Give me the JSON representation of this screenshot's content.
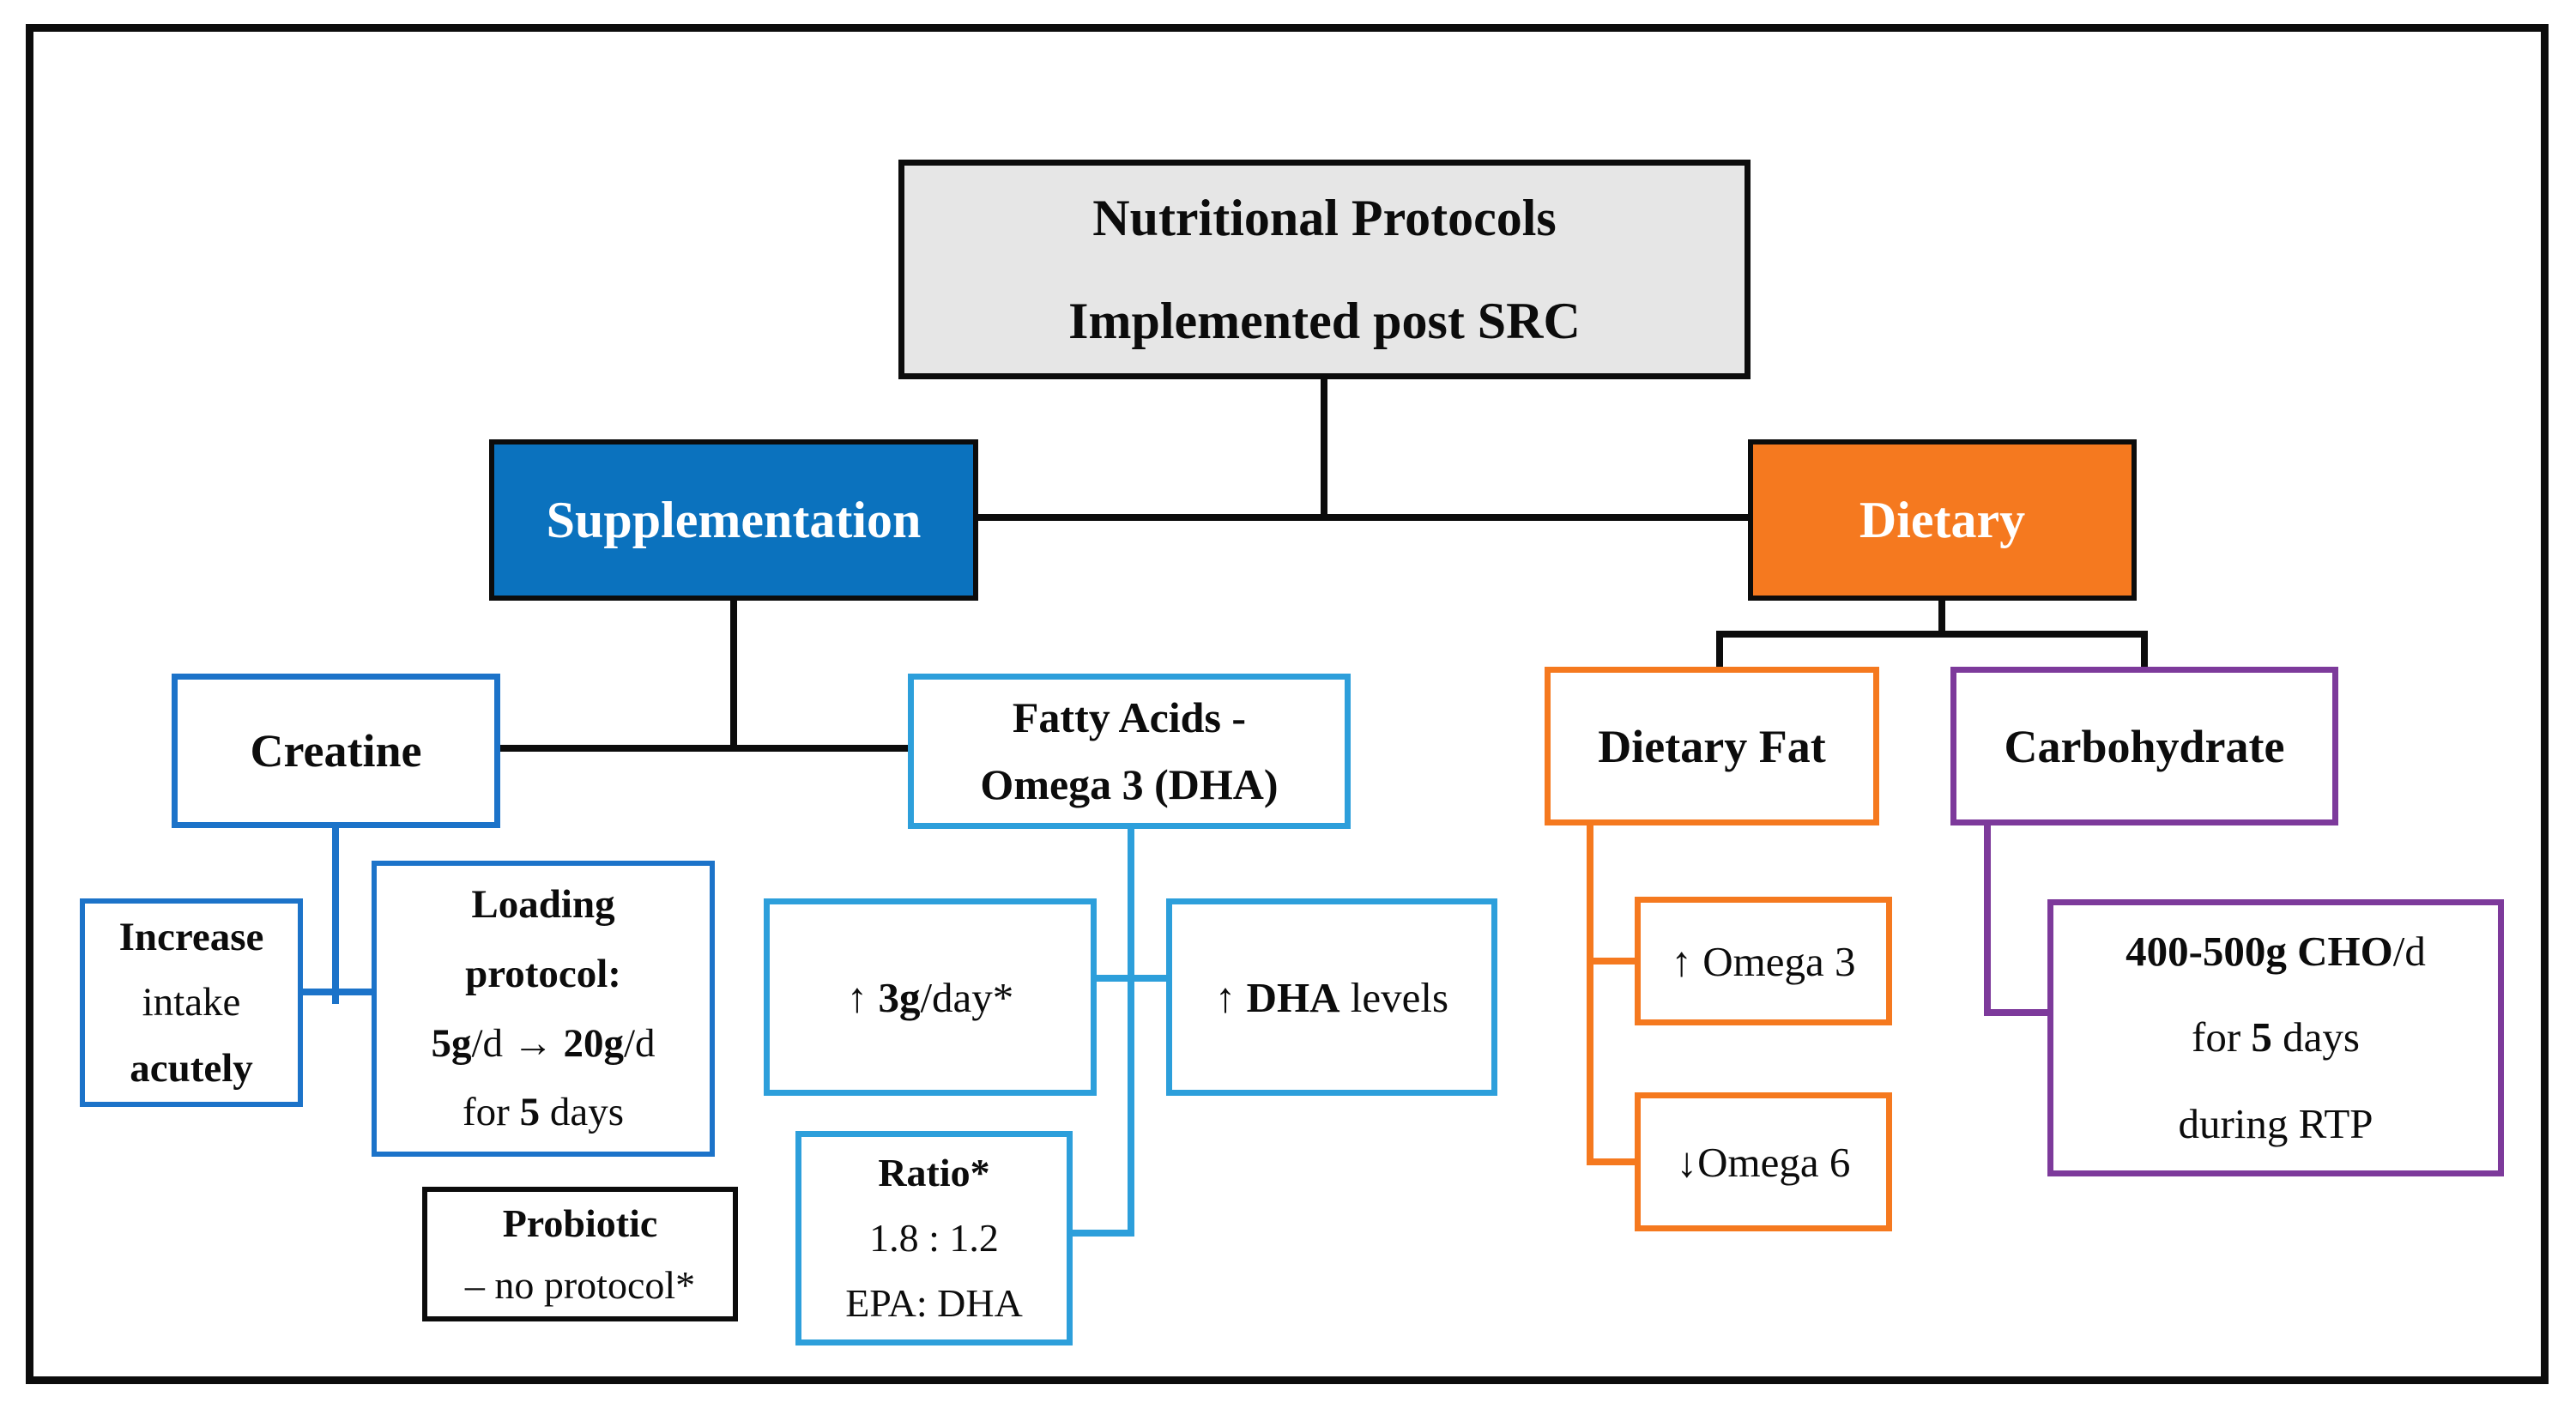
{
  "colors": {
    "black": "#0C0C0C",
    "gray_fill": "#E6E6E6",
    "blue_fill": "#0B72BE",
    "orange_fill": "#F5791F",
    "blue_border": "#1C73C9",
    "light_blue_border": "#2D9FDB",
    "purple_border": "#7D3A9B"
  },
  "boxes": {
    "root": {
      "lines": [
        [
          {
            "t": "Nutritional Protocols",
            "b": true
          }
        ],
        [
          {
            "t": "Implemented post SRC",
            "b": true
          }
        ]
      ]
    },
    "supplementation": {
      "lines": [
        [
          {
            "t": "Supplementation",
            "b": true
          }
        ]
      ]
    },
    "dietary": {
      "lines": [
        [
          {
            "t": "Dietary",
            "b": true
          }
        ]
      ]
    },
    "creatine": {
      "lines": [
        [
          {
            "t": "Creatine",
            "b": true
          }
        ]
      ]
    },
    "fatty_acids": {
      "lines": [
        [
          {
            "t": "Fatty Acids -",
            "b": true
          }
        ],
        [
          {
            "t": "Omega 3 (DHA)",
            "b": true
          }
        ]
      ]
    },
    "increase_intake": {
      "lines": [
        [
          {
            "t": "Increase",
            "b": true
          }
        ],
        [
          {
            "t": "intake",
            "b": false
          }
        ],
        [
          {
            "t": "acutely",
            "b": true
          }
        ]
      ]
    },
    "loading_protocol": {
      "lines": [
        [
          {
            "t": "Loading",
            "b": true
          }
        ],
        [
          {
            "t": "protocol:",
            "b": true
          }
        ],
        [
          {
            "t": "5g",
            "b": true
          },
          {
            "t": "/d → ",
            "b": false
          },
          {
            "t": "20g",
            "b": true
          },
          {
            "t": "/d",
            "b": false
          }
        ],
        [
          {
            "t": "for ",
            "b": false
          },
          {
            "t": "5",
            "b": true
          },
          {
            "t": " days",
            "b": false
          }
        ]
      ]
    },
    "probiotic": {
      "lines": [
        [
          {
            "t": "Probiotic",
            "b": true
          }
        ],
        [
          {
            "t": "– no protocol*",
            "b": false
          }
        ]
      ]
    },
    "three_g_day": {
      "lines": [
        [
          {
            "t": "↑ ",
            "b": false
          },
          {
            "t": "3g",
            "b": true
          },
          {
            "t": "/day*",
            "b": false
          }
        ]
      ]
    },
    "dha_levels": {
      "lines": [
        [
          {
            "t": "↑ ",
            "b": false
          },
          {
            "t": "DHA",
            "b": true
          },
          {
            "t": " levels",
            "b": false
          }
        ]
      ]
    },
    "ratio": {
      "lines": [
        [
          {
            "t": "Ratio*",
            "b": true
          }
        ],
        [
          {
            "t": "1.8 : 1.2",
            "b": false
          }
        ],
        [
          {
            "t": "EPA: DHA",
            "b": false
          }
        ]
      ]
    },
    "dietary_fat": {
      "lines": [
        [
          {
            "t": "Dietary Fat",
            "b": true
          }
        ]
      ]
    },
    "carbohydrate": {
      "lines": [
        [
          {
            "t": "Carbohydrate",
            "b": true
          }
        ]
      ]
    },
    "omega_3": {
      "lines": [
        [
          {
            "t": "↑ Omega 3",
            "b": false
          }
        ]
      ]
    },
    "omega_6": {
      "lines": [
        [
          {
            "t": "↓Omega 6",
            "b": false
          }
        ]
      ]
    },
    "cho": {
      "lines": [
        [
          {
            "t": "400-500g CHO",
            "b": true
          },
          {
            "t": "/d",
            "b": false
          }
        ],
        [
          {
            "t": "for ",
            "b": false
          },
          {
            "t": "5",
            "b": true
          },
          {
            "t": " days",
            "b": false
          }
        ],
        [
          {
            "t": "during RTP",
            "b": false
          }
        ]
      ]
    }
  }
}
